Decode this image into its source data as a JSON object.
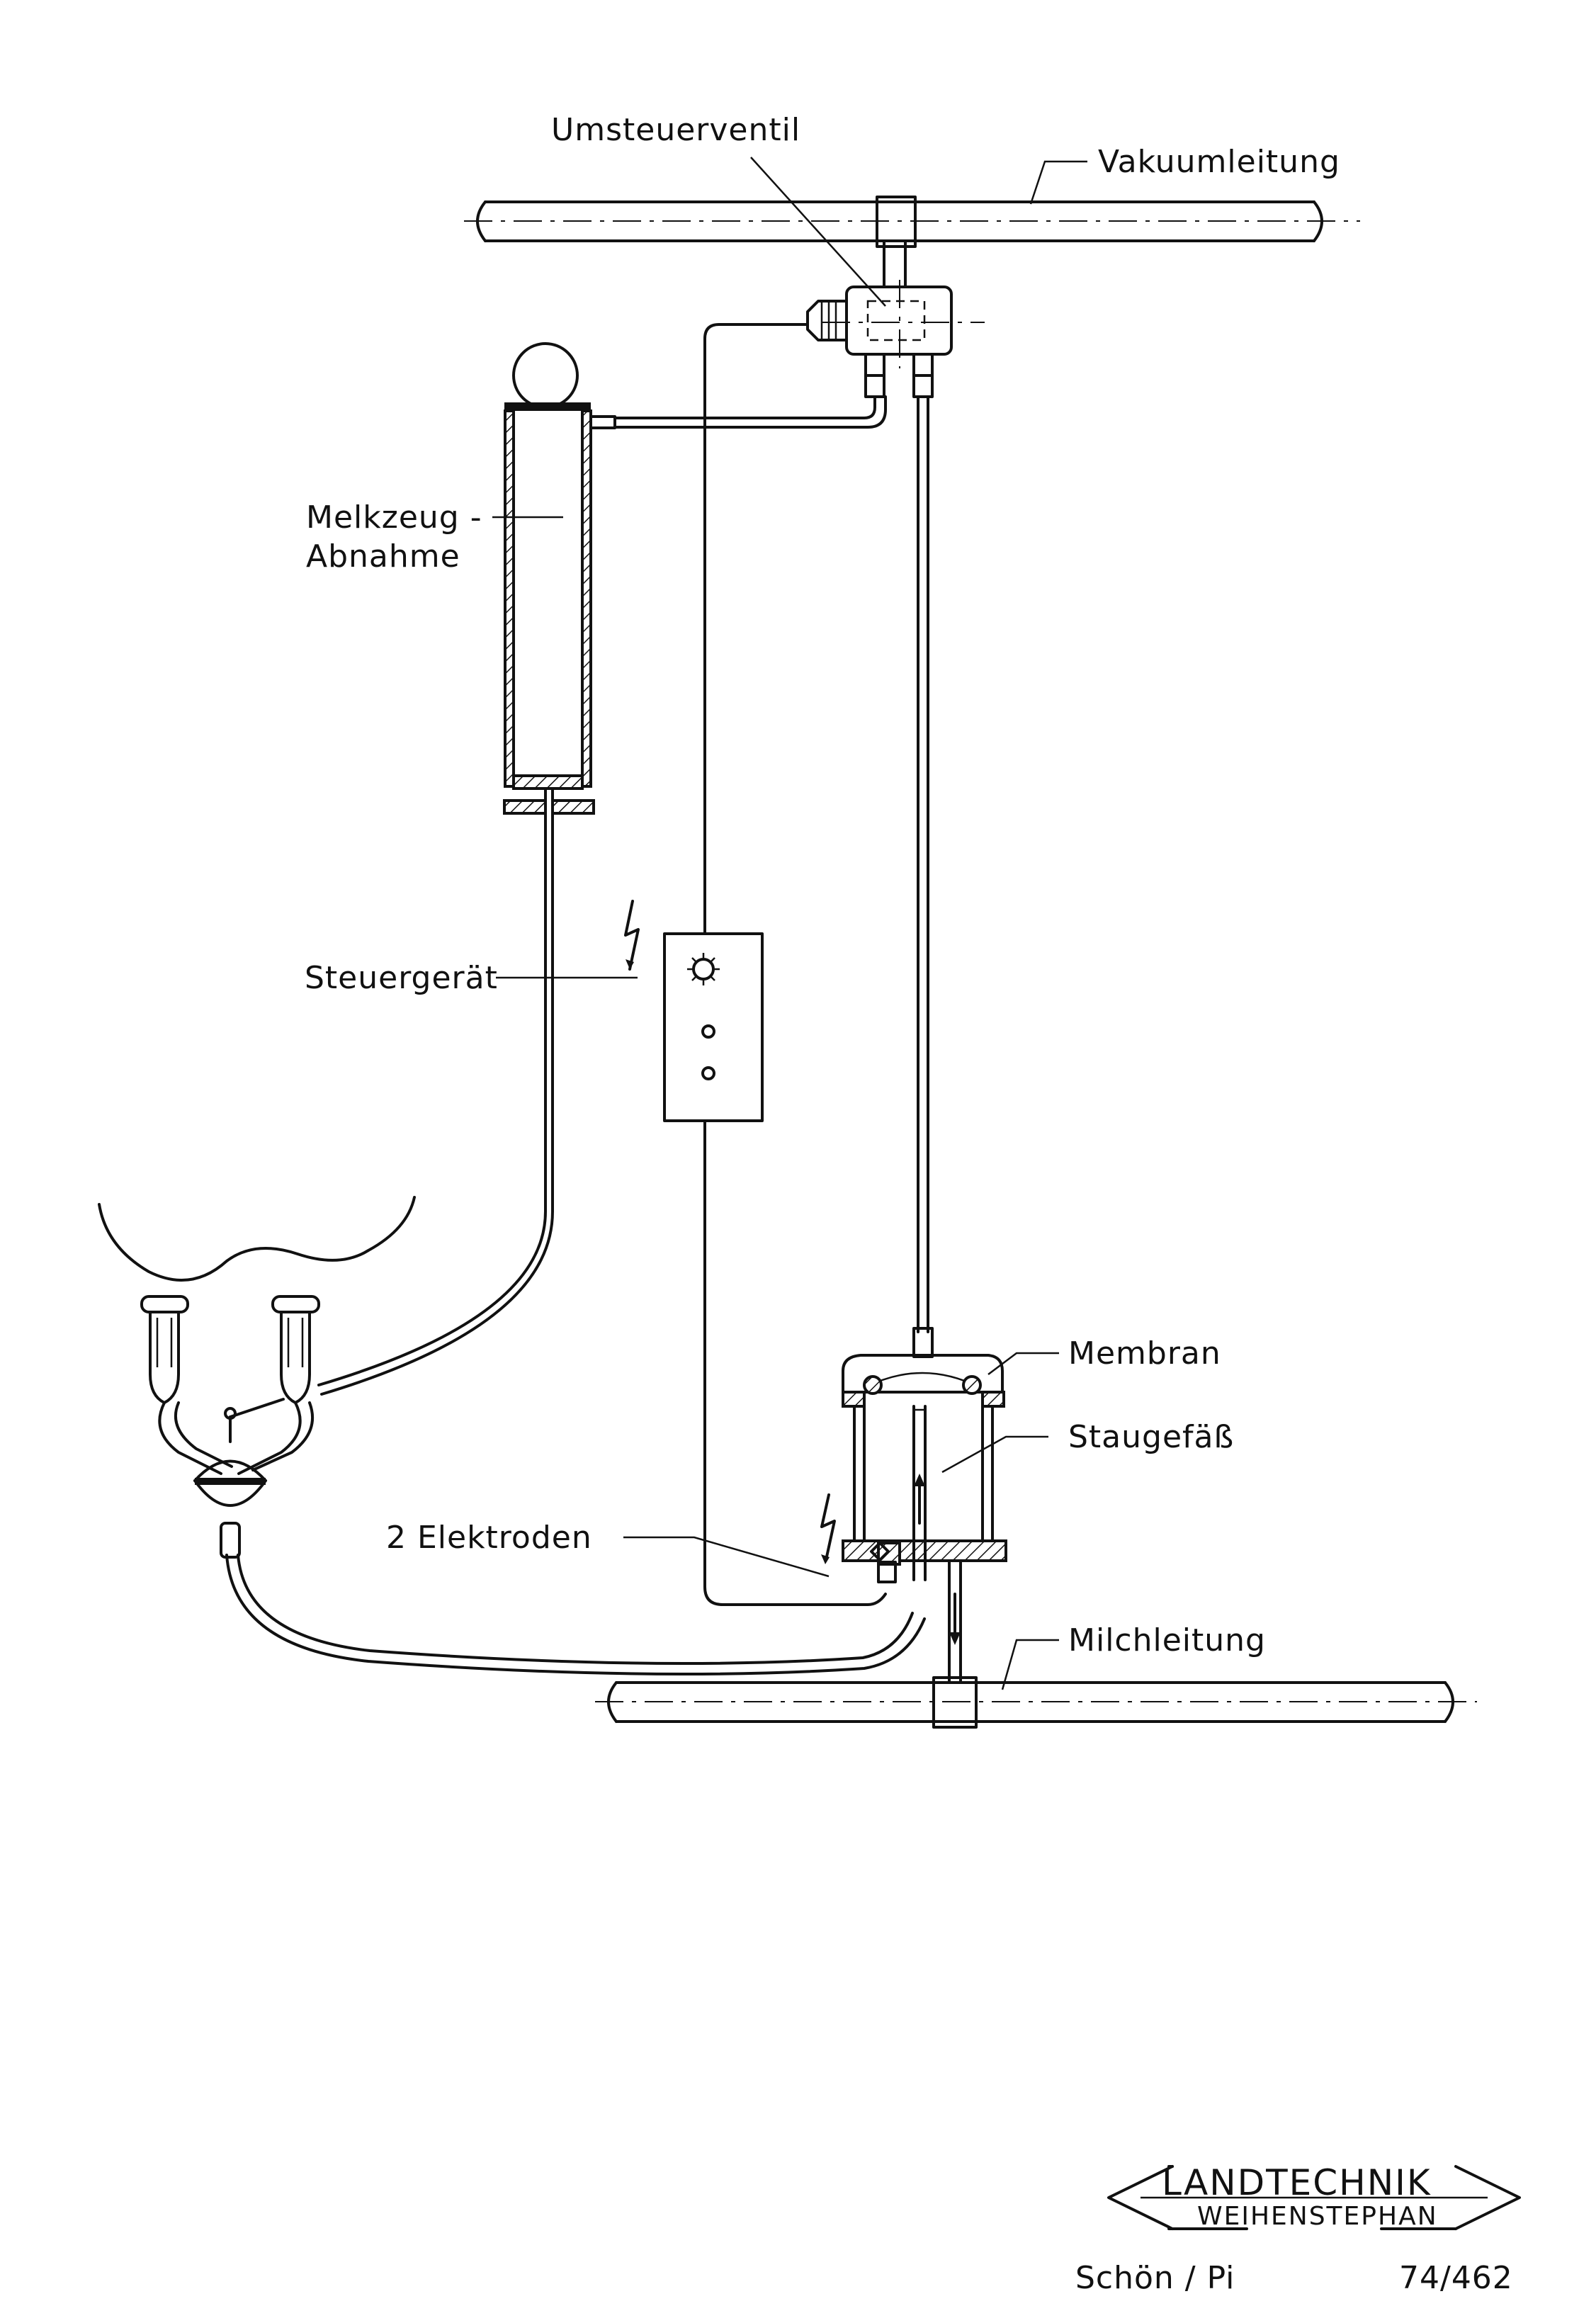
{
  "labels": {
    "umsteuerventil": "Umsteuerventil",
    "vakuumleitung": "Vakuumleitung",
    "melkzeug_line1": "Melkzeug -",
    "melkzeug_line2": "Abnahme",
    "steuergeraet": "Steuergerät",
    "membran": "Membran",
    "staugefaess": "Staugefäß",
    "elektroden": "2 Elektroden",
    "milchleitung": "Milchleitung"
  },
  "stamp": {
    "line1": "LANDTECHNIK",
    "line2": "WEIHENSTEPHAN",
    "author": "Schön / Pi",
    "number": "74/462"
  }
}
